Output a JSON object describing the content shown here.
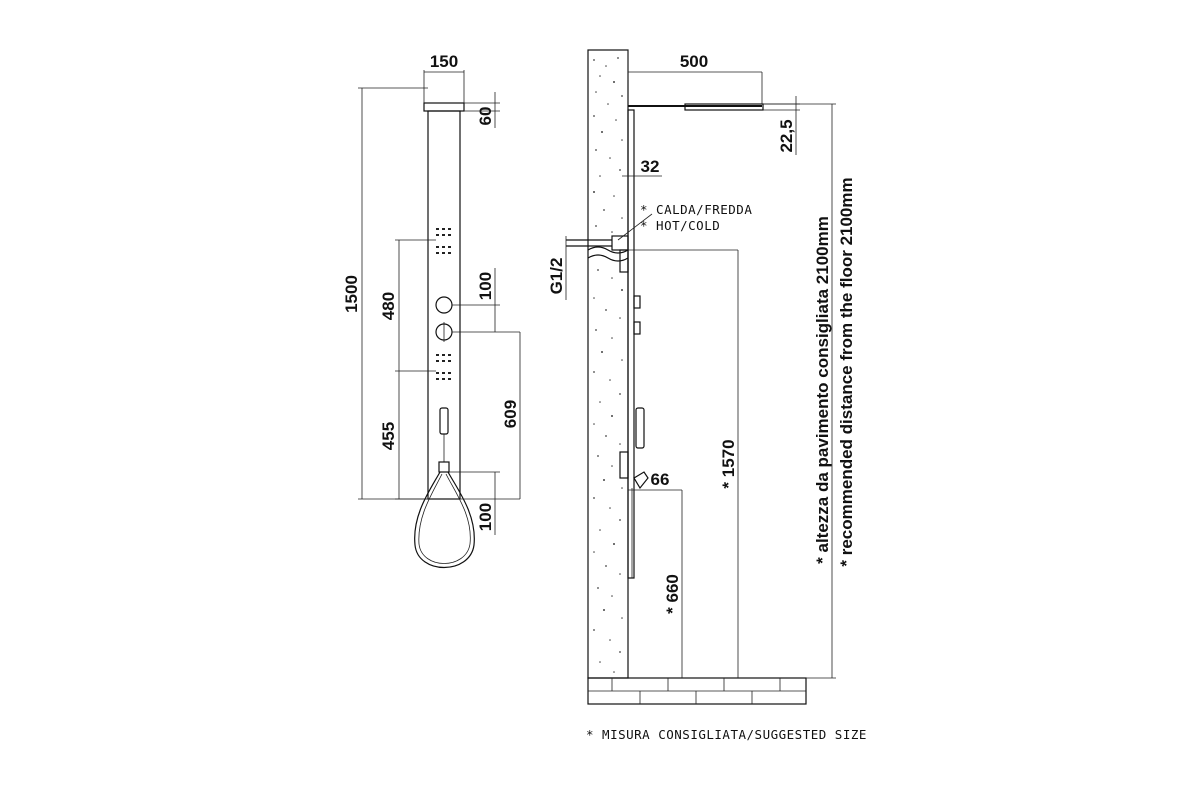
{
  "front_view": {
    "width_label": "150",
    "head_height_label": "60",
    "total_height_label": "1500",
    "upper_span_label": "480",
    "lower_span_label": "455",
    "knob_spacing_label": "100",
    "knob_to_hose_label": "609",
    "hose_offset_label": "100"
  },
  "side_view": {
    "arm_length_label": "500",
    "head_thickness_label": "22,5",
    "panel_depth_label": "32",
    "inlet_label": "G1/2",
    "hot_cold_it": "* CALDA/FREDDA",
    "hot_cold_en": "* HOT/COLD",
    "outlet_depth_label": "66",
    "outlet_height_label": "* 660",
    "inlet_height_label": "* 1570",
    "floor_note_it": "* altezza da pavimento consigliata 2100mm",
    "floor_note_en": "* recommended distance from the floor 2100mm"
  },
  "footnote": "* MISURA CONSIGLIATA/SUGGESTED SIZE"
}
